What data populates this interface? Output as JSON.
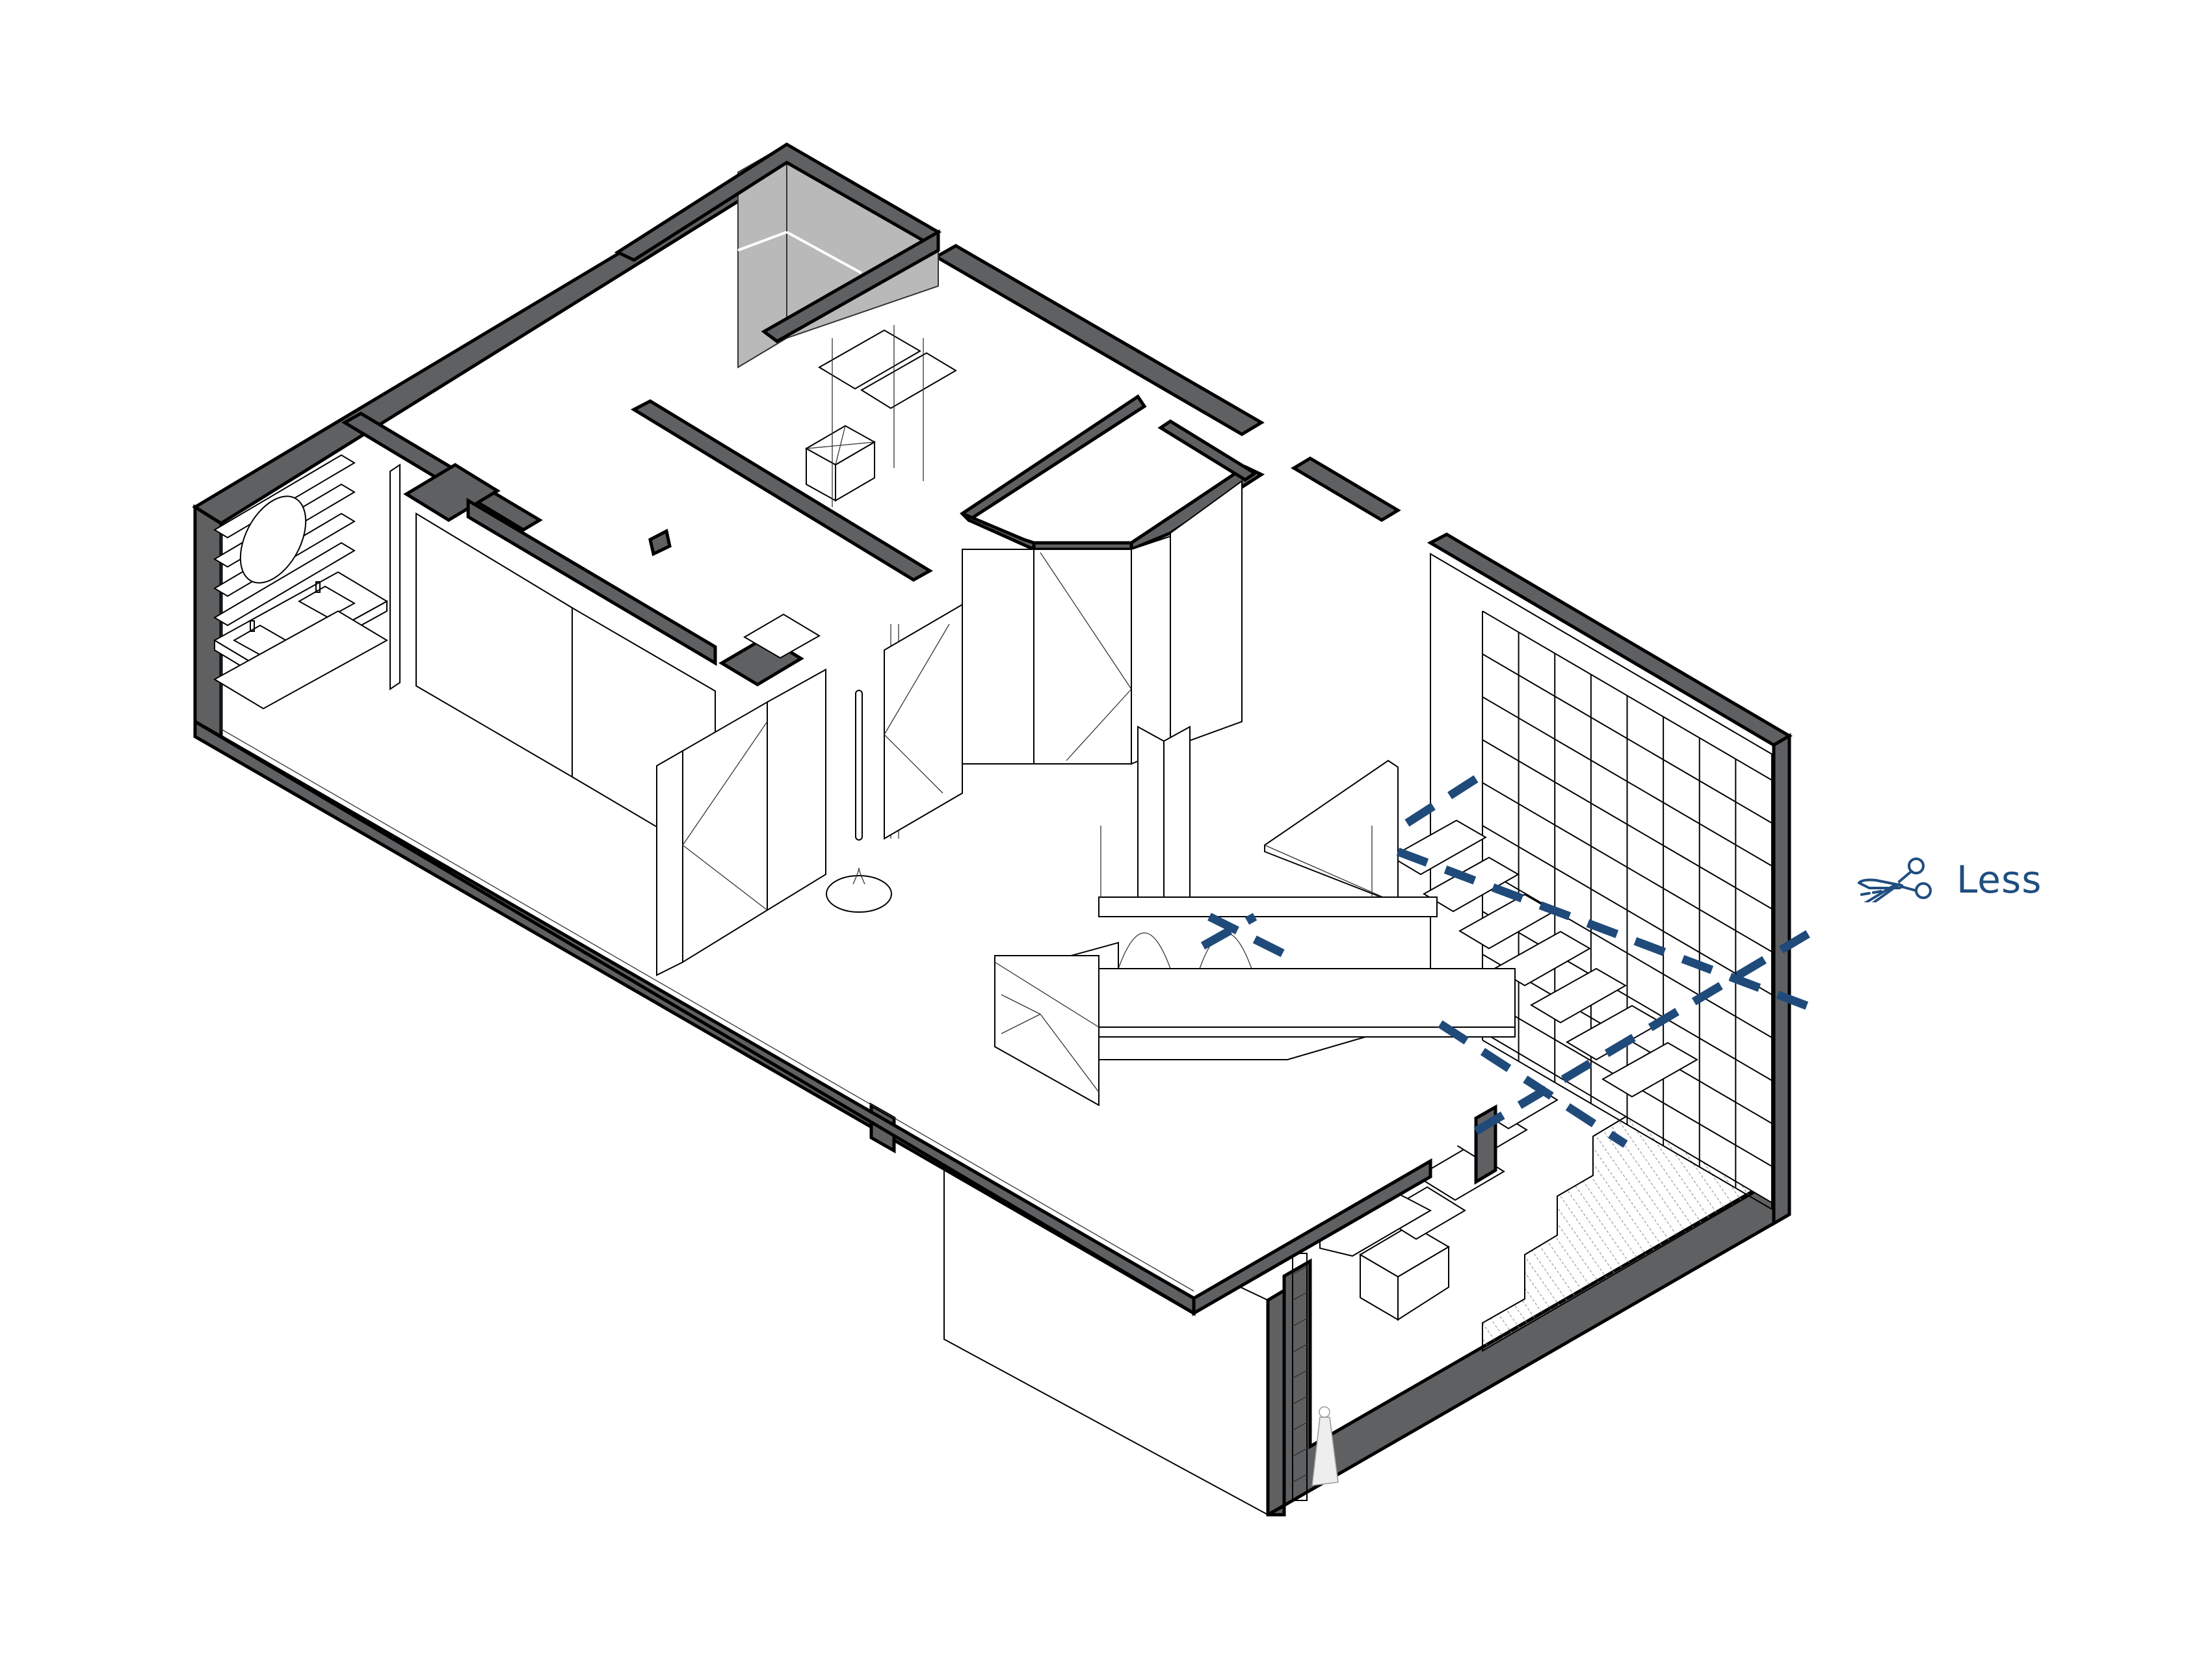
{
  "diagram": {
    "type": "axonometric cut-away floor plan",
    "description": "Isometric section of a two-level apartment showing bathroom, bedrooms, walk-in closet, kitchen island, floating staircase with full-height bookshelf, and lower level with solid stairs",
    "colors": {
      "wall_fill": "#5f6062",
      "outline": "#000000",
      "cut_line": "#1f4a7a",
      "legend": "#1f4e7f",
      "background": "#ffffff",
      "slatted_screen": "#b9b9b9"
    },
    "rooms": [
      {
        "name": "bathroom",
        "features": [
          "round mirror",
          "double vanity with two sinks",
          "wall shelves"
        ]
      },
      {
        "name": "bedroom-upper-left"
      },
      {
        "name": "bedroom-center"
      },
      {
        "name": "walk-in closet",
        "features": [
          "hanging rails",
          "drawer unit",
          "shelves"
        ]
      },
      {
        "name": "slatted light well"
      },
      {
        "name": "entry",
        "features": [
          "angled walls",
          "pivot doors"
        ]
      },
      {
        "name": "living / kitchen",
        "features": [
          "kitchen island",
          "pendant lamp bar",
          "floor lamp",
          "column"
        ]
      },
      {
        "name": "stair hall",
        "features": [
          "floating cantilever stairs",
          "full-height grid bookshelf"
        ]
      },
      {
        "name": "lower level",
        "features": [
          "solid block stairs",
          "tall narrow shelf",
          "hatched stair wall"
        ]
      }
    ],
    "bookshelf": {
      "columns": 8,
      "rows": 10
    },
    "floating_steps": 7,
    "lower_steps": 5
  },
  "legend": {
    "icon": "scissors-icon",
    "label": "Less"
  },
  "cut_lines": {
    "count": 3,
    "style": "dashed",
    "meaning": "Less"
  }
}
